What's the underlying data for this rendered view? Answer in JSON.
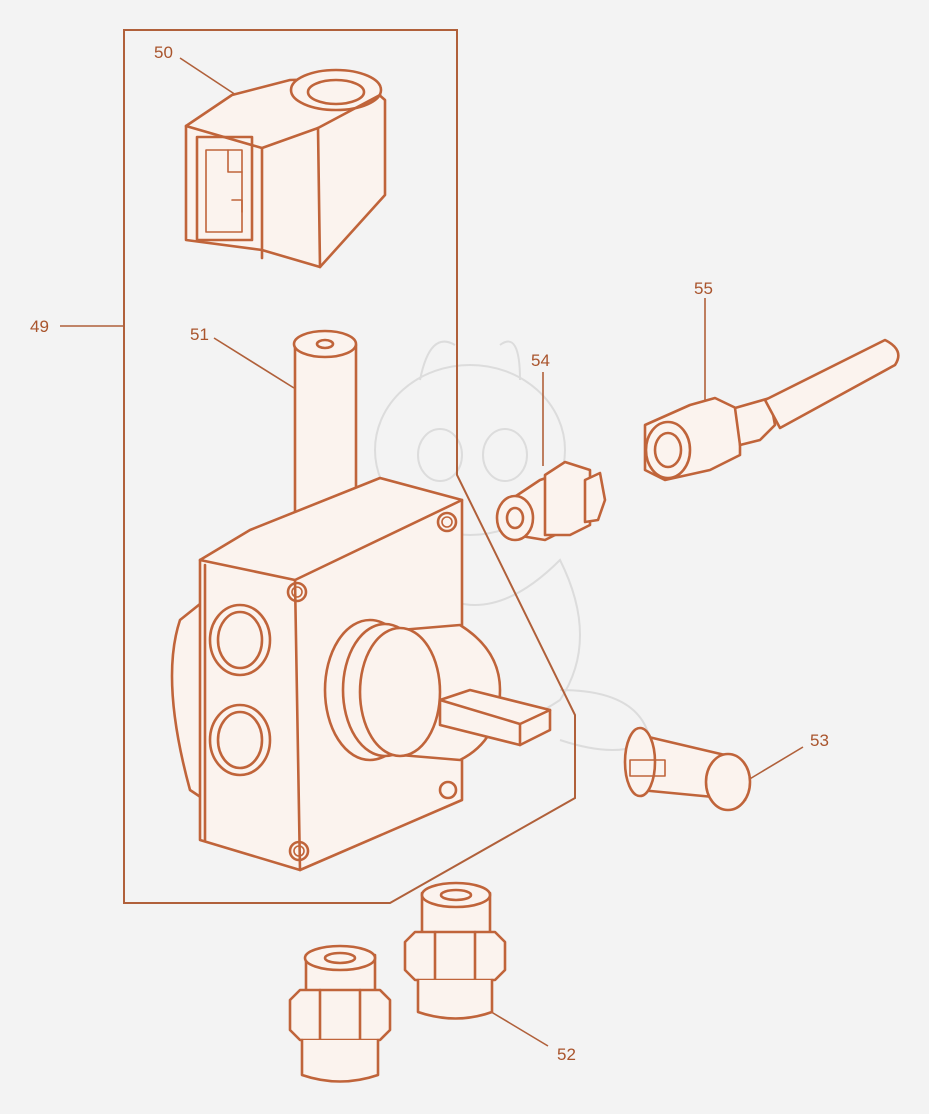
{
  "diagram": {
    "type": "exploded-parts-view",
    "accent_color": "#c0643a",
    "callouts": {
      "c49": "49",
      "c50": "50",
      "c51": "51",
      "c52": "52",
      "c53": "53",
      "c54": "54",
      "c55": "55"
    }
  }
}
